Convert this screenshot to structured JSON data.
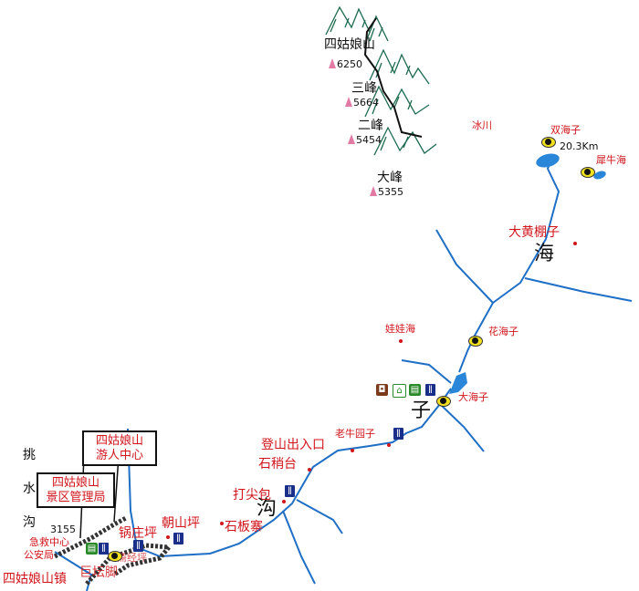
{
  "peaks": [
    {
      "name": "四姑娘山",
      "elevation": "6250"
    },
    {
      "name": "三峰",
      "elevation": "5664"
    },
    {
      "name": "二峰",
      "elevation": "5454"
    },
    {
      "name": "大峰",
      "elevation": "5355"
    }
  ],
  "valley_name_chars": [
    "海",
    "子",
    "沟"
  ],
  "side_valley_chars": [
    "挑",
    "水",
    "沟"
  ],
  "places": {
    "glacier": "冰川",
    "shuanghaizi": "双海子",
    "distance": "20.3Km",
    "xiniuhai": "犀牛海",
    "dahuangpengzi": "大黄棚子",
    "wawahai": "娃娃海",
    "huahaizi": "花海子",
    "dahaizi": "大海子",
    "laoniuyuanzi": "老牛园子",
    "dengshan": "登山出入口",
    "shishaotai": "石稍台",
    "dajianbao": "打尖包",
    "shibanzhai": "石板寨",
    "chaoshanping": "朝山坪",
    "guozhuangping": "锅庄坪",
    "obscured": "斋经坪",
    "jiaoxia": "巨坛脚",
    "town": "四姑娘山镇",
    "elev_3155": "3155",
    "emergency": "急救中心",
    "police": "公安局"
  },
  "callouts": {
    "visitor_center": [
      "四姑娘山",
      "游人中心"
    ],
    "admin_bureau": [
      "四姑娘山",
      "景区管理局"
    ]
  },
  "colors": {
    "river": "#1f6fc6",
    "label": "#d0161b",
    "lake": "#2a86d8",
    "mountain": "#1e6b4f"
  }
}
